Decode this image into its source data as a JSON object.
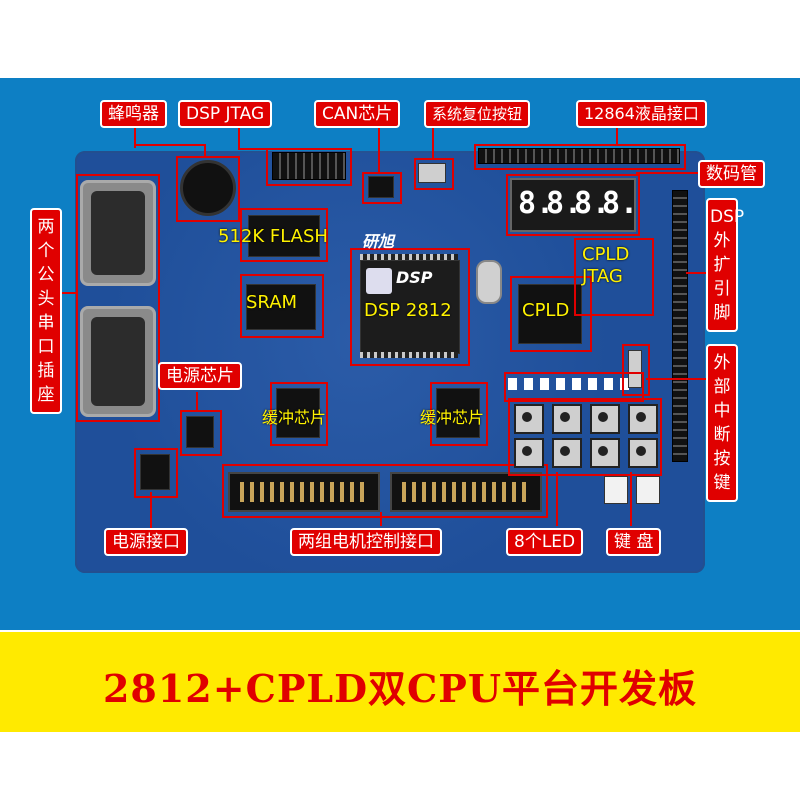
{
  "labels": {
    "buzzer": "蜂鸣器",
    "dsp_jtag": "DSP JTAG",
    "can_chip": "CAN芯片",
    "reset_button": "系统复位按钮",
    "lcd_port": "12864液晶接口",
    "seven_segment": "数码管",
    "serial_ports": "两个公头串口插座",
    "dsp_expansion_pins": "DSP外扩引脚",
    "power_chip": "电源芯片",
    "external_interrupt_keys": "外部中断按键",
    "power_port": "电源接口",
    "motor_ports": "两组电机控制接口",
    "leds": "8个LED",
    "keyboard": "键 盘"
  },
  "board_labels": {
    "flash": "512K FLASH",
    "sram": "SRAM",
    "dsp": "DSP 2812",
    "cpld": "CPLD",
    "cpld_jtag": "CPLD JTAG",
    "buffer_left": "缓冲芯片",
    "buffer_right": "缓冲芯片"
  },
  "board_print": {
    "brand": "研旭",
    "chip_text": "DSP",
    "display_digits": [
      "8.",
      "8.",
      "8.",
      "8."
    ]
  },
  "banner": {
    "title": "2812+CPLD双CPU平台开发板"
  },
  "colors": {
    "background": "#0d7fc4",
    "board": "#1f4f9a",
    "label_red": "#e00000",
    "board_text_yellow": "#fff200",
    "banner_yellow": "#ffea00"
  }
}
